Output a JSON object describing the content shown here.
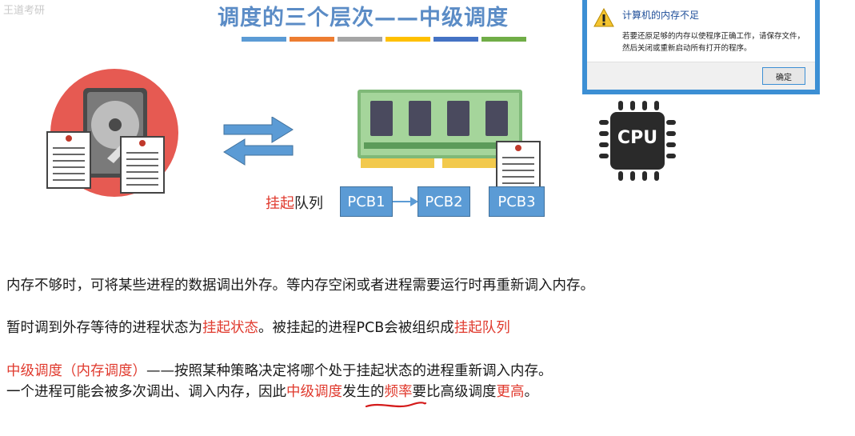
{
  "watermark": "王道考研",
  "slide_title": "调度的三个层次——中级调度",
  "title_bar_colors": [
    "#5b9bd5",
    "#ed7d31",
    "#a5a5a5",
    "#ffc000",
    "#4472c4",
    "#70ad47"
  ],
  "disk_icon": "hard-disk-icon",
  "memory_icon": "memory-stick-icon",
  "cpu": {
    "label": "CPU"
  },
  "queue": {
    "label_red": "挂起",
    "label_black": "队列",
    "pcbs": [
      "PCB1",
      "PCB2",
      "PCB3"
    ]
  },
  "dialog": {
    "title": "计算机的内存不足",
    "message": "若要还原足够的内存以使程序正确工作，请保存文件，然后关闭或重新启动所有打开的程序。",
    "ok_label": "确定"
  },
  "text": {
    "line1": "内存不够时，可将某些进程的数据调出外存。等内存空闲或者进程需要运行时再重新调入内存。",
    "line2_a": "暂时调到外存等待的进程状态为",
    "line2_b": "挂起状态",
    "line2_c": "。被挂起的进程PCB会被组织成",
    "line2_d": "挂起队列",
    "line3_a": "中级调度（内存调度）",
    "line3_b": "——按照某种策略决定将哪个处于挂起状态的进程重新调入内存。",
    "line4_a": "一个进程可能会被多次调出、调入内存，因此",
    "line4_b": "中级调度",
    "line4_c": "发生的",
    "line4_d": "频率",
    "line4_e": "要比高级调度",
    "line4_f": "更高",
    "line4_g": "。"
  },
  "colors": {
    "accent_red": "#e03a2e",
    "title_blue": "#5b8cc6",
    "pcb_blue": "#5b9bd5"
  }
}
